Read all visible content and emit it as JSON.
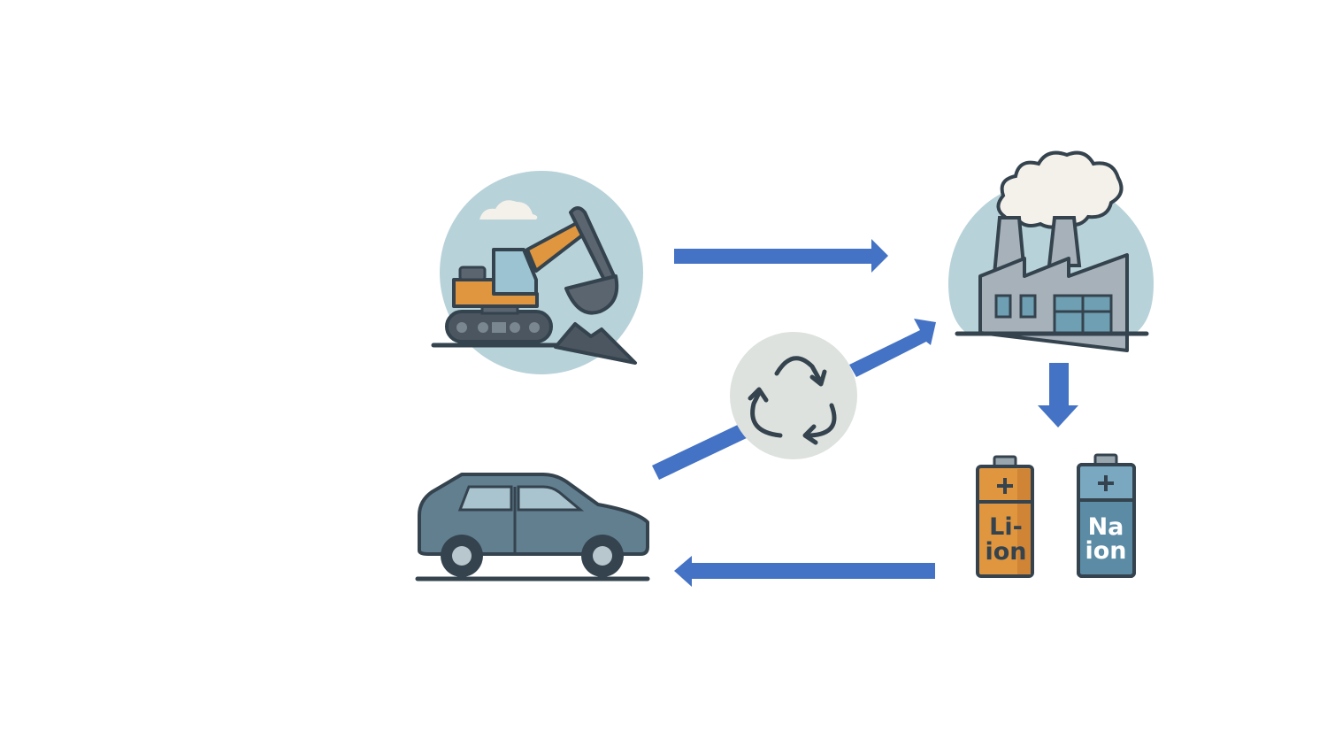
{
  "diagram": {
    "type": "battery-lifecycle",
    "nodes": [
      {
        "id": "mining",
        "icon": "excavator-icon"
      },
      {
        "id": "manufacturing",
        "icon": "factory-icon"
      },
      {
        "id": "batteries",
        "icon": "batteries-icon"
      },
      {
        "id": "vehicle",
        "icon": "car-icon"
      },
      {
        "id": "recycling",
        "icon": "recycle-icon"
      }
    ],
    "batteries": {
      "li": {
        "line1": "Li-",
        "line2": "ion"
      },
      "na": {
        "line1": "Na",
        "line2": "ion"
      }
    },
    "colors": {
      "arrow": "#4472c4",
      "circle_bg": "#b8d2d9",
      "outline": "#34434e",
      "orange": "#e0963e",
      "steel_blue": "#5b8ba5",
      "car": "#627f90",
      "recycle_bg": "#dde2de"
    }
  }
}
